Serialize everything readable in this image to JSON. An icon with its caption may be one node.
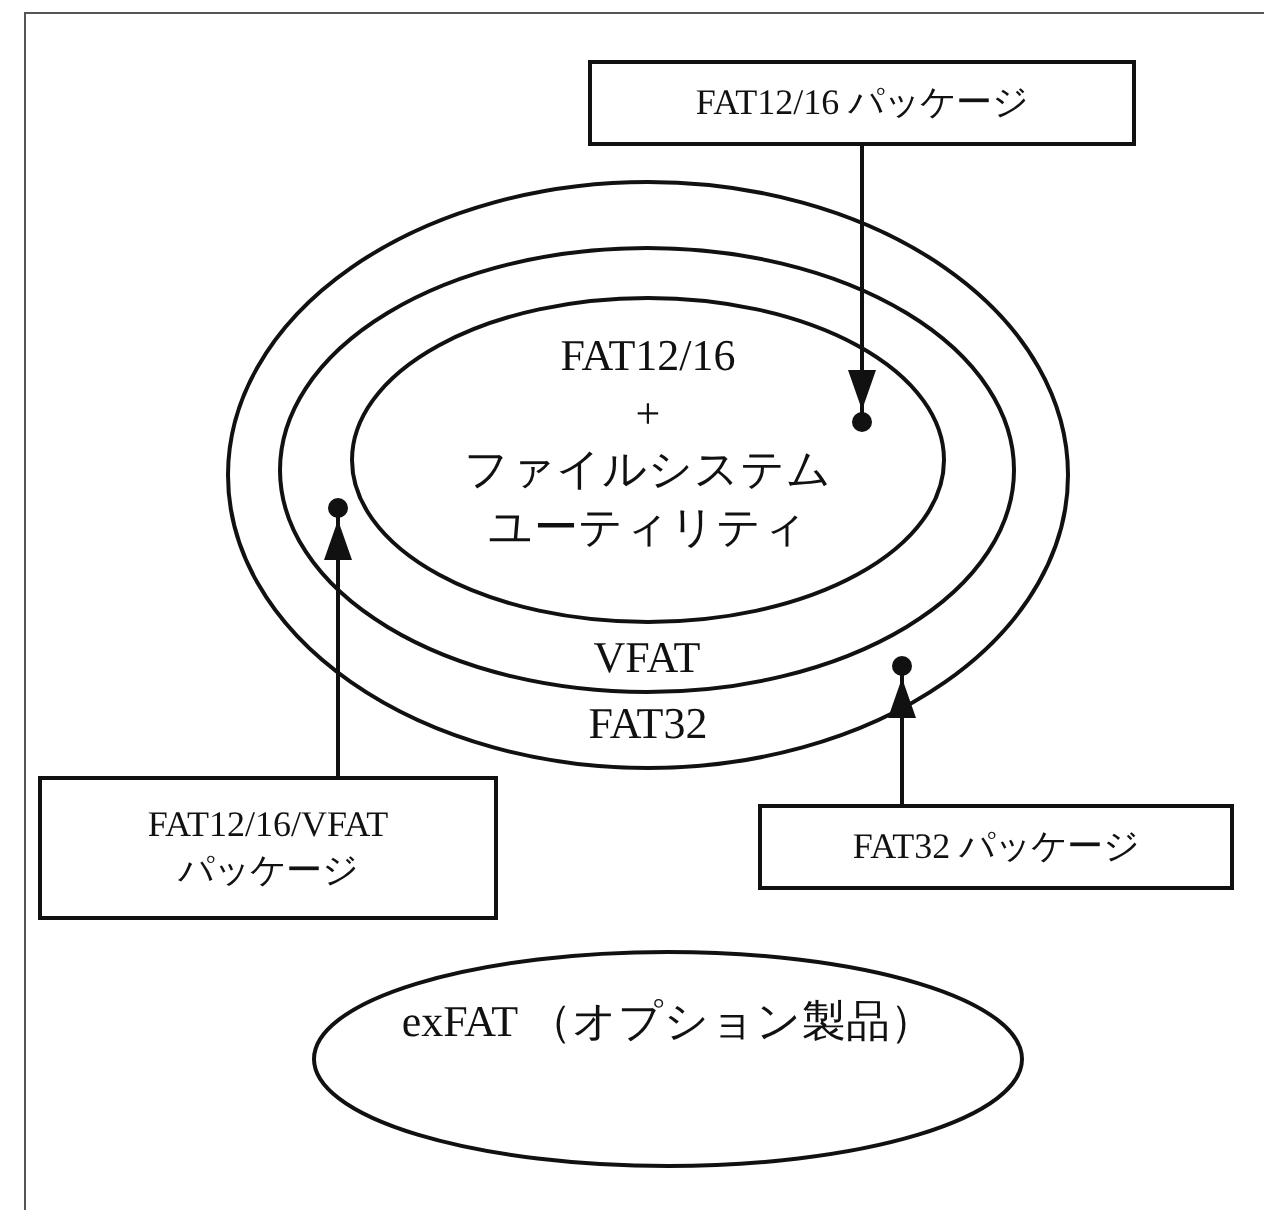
{
  "diagram": {
    "nodes": [
      {
        "text": [
          "FAT32"
        ]
      },
      {
        "text": [
          "VFAT"
        ],
        "in": 0
      },
      {
        "text": [
          "FAT12/16",
          "+",
          "ファイルシステムユーティリティ"
        ],
        "in": 1
      },
      {
        "text": [
          "FAT12/16 パッケージ"
        ]
      },
      {
        "text": [
          "FAT12/16/VFAT パッケージ"
        ]
      },
      {
        "text": [
          "FAT32 パッケージ"
        ]
      },
      {
        "text": [
          "exFAT （オプション製品）"
        ]
      }
    ],
    "edges": [
      {
        "from": 3,
        "to": 2,
        "arrow": "to"
      },
      {
        "from": 4,
        "to": 1,
        "arrow": "to"
      },
      {
        "from": 5,
        "to": 0,
        "arrow": "to"
      }
    ]
  }
}
